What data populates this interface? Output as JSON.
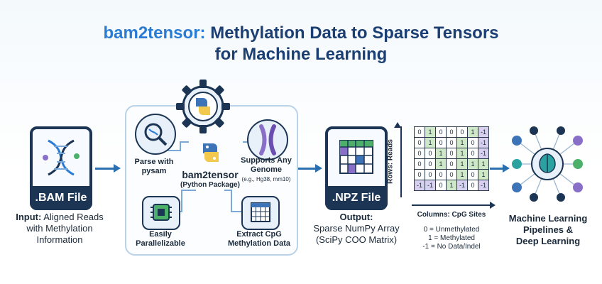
{
  "title": {
    "highlight": "bam2tensor:",
    "rest": " Methylation Data to Sparse Tensors",
    "line2": "for Machine Learning"
  },
  "bam_file": {
    "label": ".BAM File"
  },
  "input_caption": {
    "bold": "Input:",
    "text": " Aligned Reads",
    "line2": "with Methylation",
    "line3": "Information"
  },
  "package": {
    "name": "bam2tensor",
    "subtitle": "(Python Package)",
    "features": {
      "parse": {
        "line1": "Parse with",
        "line2": "pysam"
      },
      "genome": {
        "line1": "Supports Any",
        "line2": "Genome",
        "note": "(e.g., Hg38, mm10)"
      },
      "parallel": {
        "line1": "Easily",
        "line2": "Parallelizable"
      },
      "extract": {
        "line1": "Extract CpG",
        "line2": "Methylation Data"
      }
    }
  },
  "npz_file": {
    "label": ".NPZ File"
  },
  "output_caption": {
    "bold": "Output:",
    "line1": "Sparse NumPy Array",
    "line2": "(SciPy COO Matrix)"
  },
  "matrix": {
    "rows_label": "Rows: Reads",
    "cols_label": "Columns: CpG Sites",
    "cells": [
      [
        "0",
        "1",
        "0",
        "0",
        "0",
        "1",
        "-1"
      ],
      [
        "0",
        "1",
        "0",
        "0",
        "1",
        "0",
        "-1"
      ],
      [
        "0",
        "0",
        "1",
        "0",
        "1",
        "0",
        "-1"
      ],
      [
        "0",
        "0",
        "1",
        "0",
        "1",
        "1",
        "1"
      ],
      [
        "0",
        "0",
        "0",
        "0",
        "1",
        "0",
        "1"
      ],
      [
        "-1",
        "-1",
        "0",
        "1",
        "-1",
        "0",
        "-1"
      ]
    ],
    "legend": [
      "0 = Unmethylated",
      "1 = Methylated",
      "-1 = No Data/Indel"
    ]
  },
  "ml": {
    "line1": "Machine Learning",
    "line2": "Pipelines &",
    "line3": "Deep Learning"
  },
  "colors": {
    "navy": "#1c3554",
    "blue": "#2a7bd4",
    "green": "#cfe9c8",
    "purple": "#d8d0ef"
  }
}
